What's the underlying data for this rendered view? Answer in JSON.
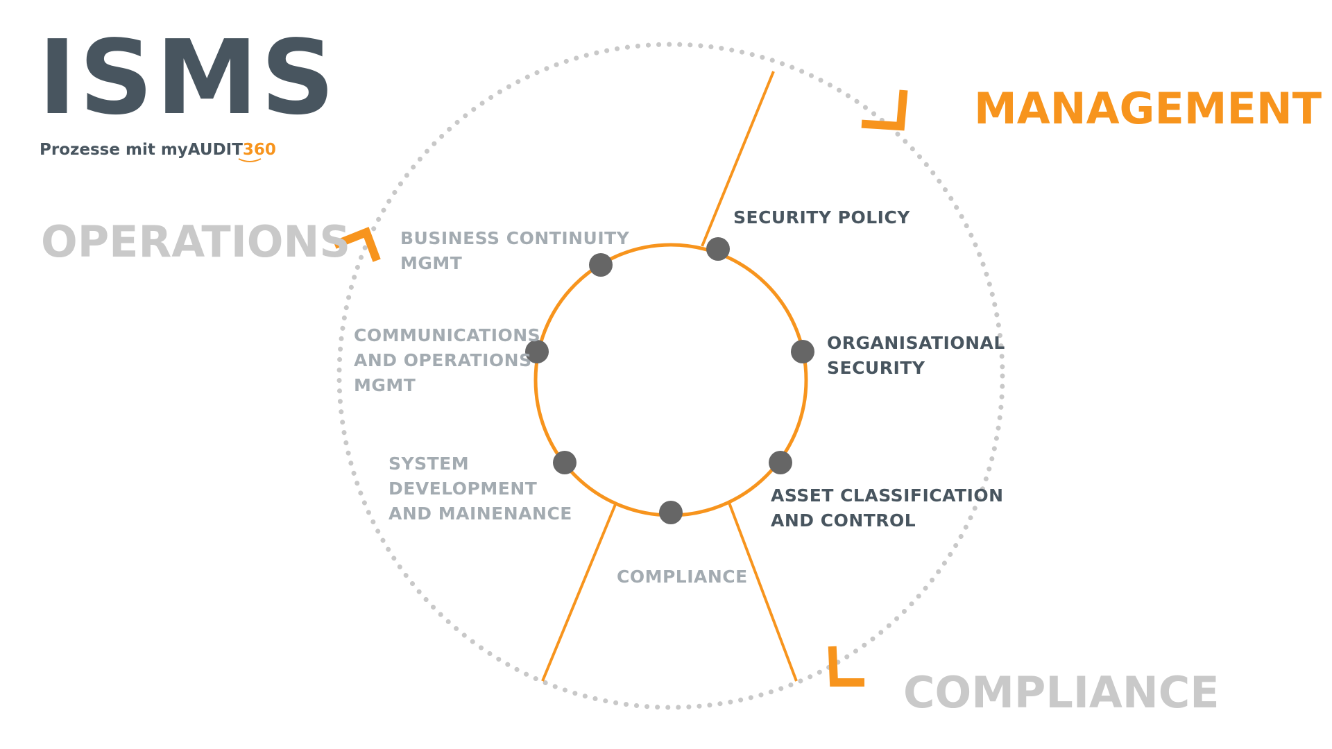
{
  "header": {
    "title": "ISMS",
    "subtitle_prefix": "Prozesse mit my",
    "subtitle_brand": "AUDIT",
    "subtitle_number": "360"
  },
  "sections": {
    "management": "MANAGEMENT",
    "operations": "OPERATIONS",
    "compliance": "COMPLIANCE"
  },
  "nodes": {
    "security_policy": [
      "SECURITY POLICY"
    ],
    "organisational_security": [
      "ORGANISATIONAL",
      "SECURITY"
    ],
    "asset_classification": [
      "ASSET CLASSIFICATION",
      "AND CONTROL"
    ],
    "compliance": [
      "COMPLIANCE"
    ],
    "system_development": [
      "SYSTEM",
      "DEVELOPMENT",
      "AND MAINENANCE"
    ],
    "communications_operations": [
      "COMMUNICATIONS",
      "AND OPERATIONS",
      "MGMT"
    ],
    "business_continuity": [
      "BUSINESS CONTINUITY",
      "MGMT"
    ]
  },
  "colors": {
    "accent": "#f7941d",
    "dark_text": "#48555f",
    "light_text": "#a3abb1",
    "section_grey": "#c9c9c9",
    "dot_ring": "#c8c8c8",
    "node": "#666666"
  }
}
